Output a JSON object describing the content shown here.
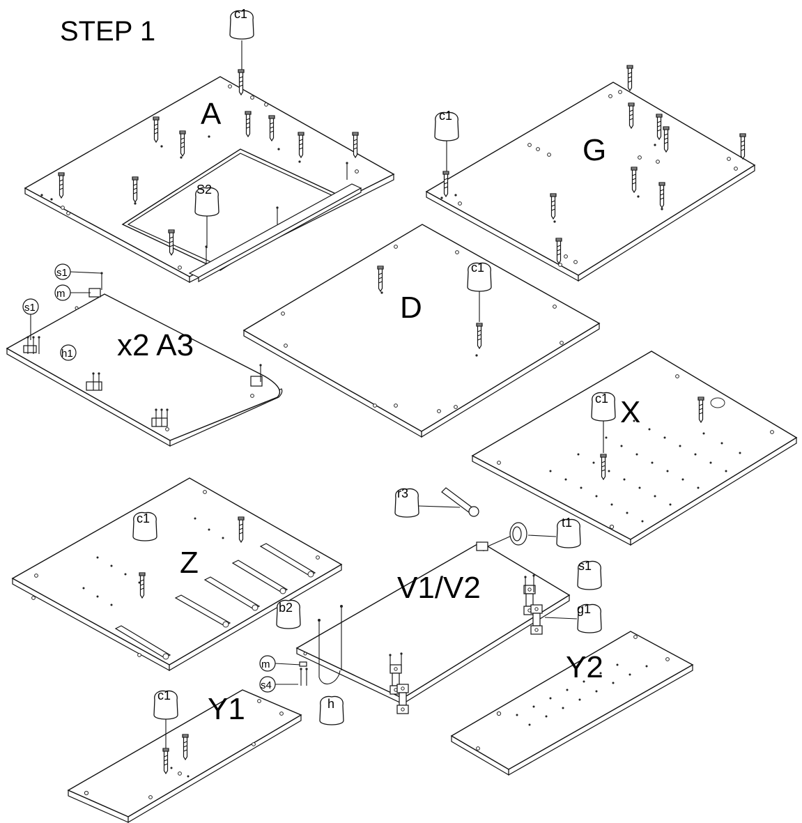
{
  "title": "STEP  1",
  "panels": {
    "A": "A",
    "G": "G",
    "D": "D",
    "A3": "x2 A3",
    "X": "X",
    "Z": "Z",
    "V": "V1/V2",
    "Y1": "Y1",
    "Y2": "Y2"
  },
  "parts": {
    "c1": "c1",
    "s2": "S2",
    "s1": "s1",
    "m": "m",
    "h1": "h1",
    "r3": "r3",
    "t1": "t1",
    "b2": "b2",
    "g1": "g1",
    "s4": "s4",
    "h": "h"
  },
  "icons": [
    "screw-icon",
    "dowel-icon",
    "hinge-icon",
    "wrench-icon",
    "wheel-icon",
    "bracket-icon",
    "handle-icon",
    "hardware-bag-icon"
  ]
}
